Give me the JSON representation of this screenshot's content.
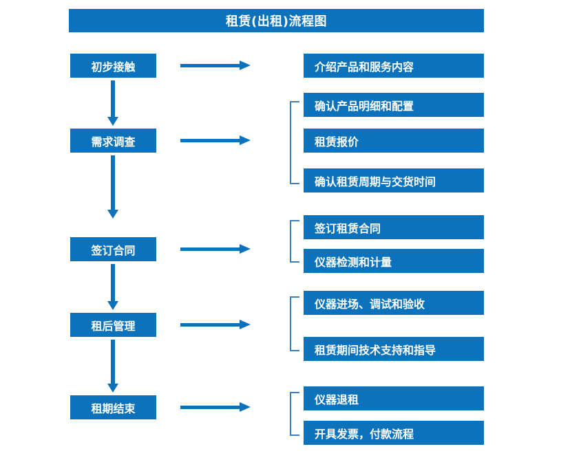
{
  "diagram": {
    "title": "租赁(出租)流程图",
    "colors": {
      "box_fill": "#0b72bb",
      "box_text": "#ffffff",
      "arrow": "#0b72bb",
      "bracket": "#3e7fba",
      "background": "#ffffff"
    },
    "stages": [
      {
        "id": "stage-1",
        "label": "初步接触",
        "details": [
          "介绍产品和服务内容"
        ],
        "bracketed": false
      },
      {
        "id": "stage-2",
        "label": "需求调查",
        "details": [
          "确认产品明细和配置",
          "租赁报价",
          "确认租赁周期与交货时间"
        ],
        "bracketed": true
      },
      {
        "id": "stage-3",
        "label": "签订合同",
        "details": [
          "签订租赁合同",
          "仪器检测和计量"
        ],
        "bracketed": true
      },
      {
        "id": "stage-4",
        "label": "租后管理",
        "details": [
          "仪器进场、调试和验收",
          "租赁期间技术支持和指导"
        ],
        "bracketed": true
      },
      {
        "id": "stage-5",
        "label": "租期结束",
        "details": [
          "仪器退租",
          "开具发票，付款流程"
        ],
        "bracketed": true
      }
    ]
  }
}
